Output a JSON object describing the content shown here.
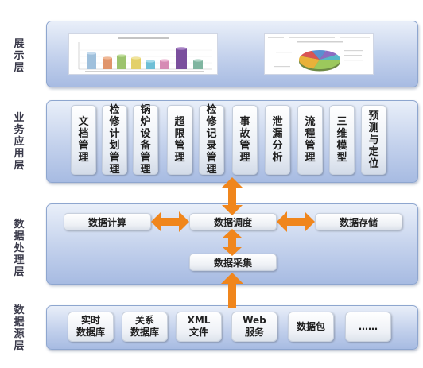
{
  "layers": {
    "presentation": {
      "label": [
        "展",
        "示",
        "层"
      ]
    },
    "business": {
      "label": [
        "业",
        "务",
        "应",
        "用",
        "层"
      ],
      "modules": [
        [
          "文",
          "档",
          "管",
          "理"
        ],
        [
          "检",
          "修",
          "计",
          "划",
          "管",
          "理"
        ],
        [
          "锅",
          "炉",
          "设",
          "备",
          "管",
          "理"
        ],
        [
          "超",
          "限",
          "管",
          "理"
        ],
        [
          "检",
          "修",
          "记",
          "录",
          "管",
          "理"
        ],
        [
          "事",
          "故",
          "管",
          "理"
        ],
        [
          "泄",
          "漏",
          "分",
          "析"
        ],
        [
          "流",
          "程",
          "管",
          "理"
        ],
        [
          "三",
          "维",
          "模",
          "型"
        ],
        [
          "预",
          "测",
          "与",
          "定",
          "位"
        ]
      ]
    },
    "processing": {
      "label": [
        "数",
        "据",
        "处",
        "理",
        "层"
      ],
      "compute": "数据计算",
      "schedule": "数据调度",
      "storage": "数据存储",
      "collect": "数据采集"
    },
    "source": {
      "label": [
        "数",
        "据",
        "源",
        "层"
      ],
      "items": [
        [
          "实时",
          "数据库"
        ],
        [
          "关系",
          "数据库"
        ],
        [
          "XML",
          "文件"
        ],
        [
          "Web",
          "服务"
        ],
        [
          "数据包"
        ],
        [
          "……"
        ]
      ]
    }
  },
  "colors": {
    "arrow": "#f0861c",
    "panel_top": "#e9eff9",
    "panel_bottom": "#a7bbe2",
    "label_text": "#3a3a4a"
  }
}
